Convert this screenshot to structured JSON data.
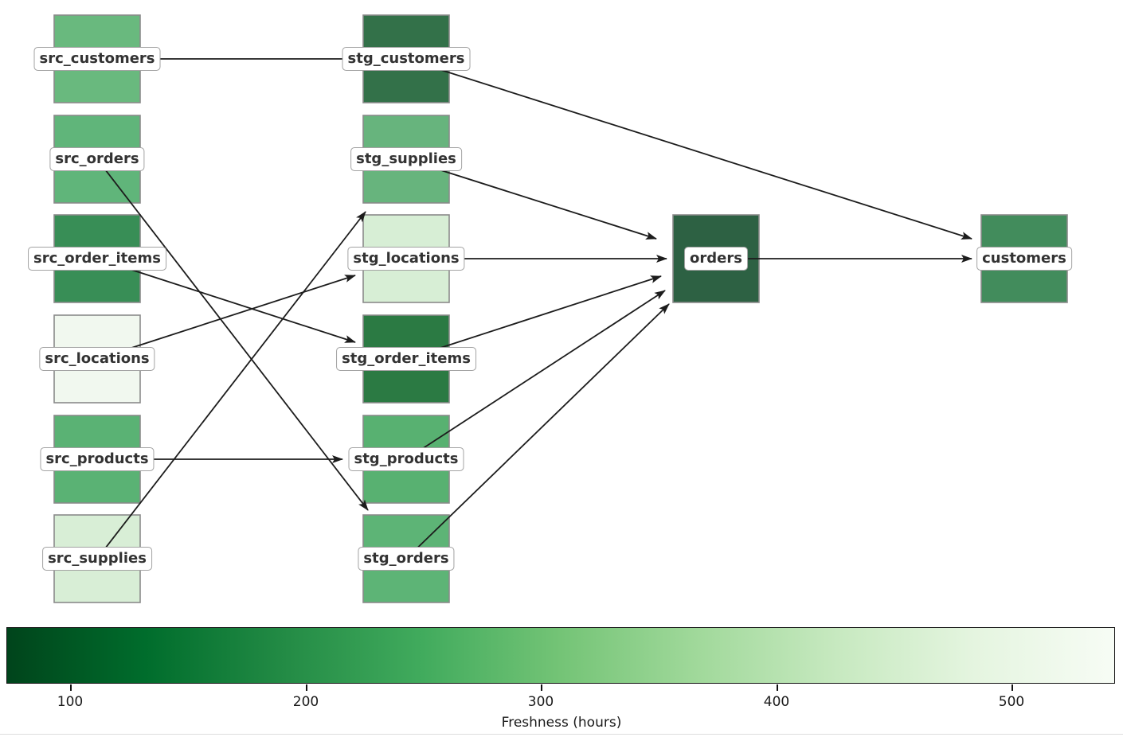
{
  "graph": {
    "nodes": [
      {
        "id": "src_customers",
        "label": "src_customers",
        "color": "#69b97e"
      },
      {
        "id": "src_orders",
        "label": "src_orders",
        "color": "#60b57a"
      },
      {
        "id": "src_order_items",
        "label": "src_order_items",
        "color": "#388e56"
      },
      {
        "id": "src_locations",
        "label": "src_locations",
        "color": "#f1f8ef"
      },
      {
        "id": "src_products",
        "label": "src_products",
        "color": "#5ab274"
      },
      {
        "id": "src_supplies",
        "label": "src_supplies",
        "color": "#d8eed6"
      },
      {
        "id": "stg_customers",
        "label": "stg_customers",
        "color": "#337149"
      },
      {
        "id": "stg_supplies",
        "label": "stg_supplies",
        "color": "#67b47d"
      },
      {
        "id": "stg_locations",
        "label": "stg_locations",
        "color": "#d7eed5"
      },
      {
        "id": "stg_order_items",
        "label": "stg_order_items",
        "color": "#2b7a43"
      },
      {
        "id": "stg_products",
        "label": "stg_products",
        "color": "#58b171"
      },
      {
        "id": "stg_orders",
        "label": "stg_orders",
        "color": "#5db476"
      },
      {
        "id": "orders",
        "label": "orders",
        "color": "#2d6143"
      },
      {
        "id": "customers",
        "label": "customers",
        "color": "#428c5c"
      }
    ],
    "edges": [
      {
        "from": "src_customers",
        "to": "stg_customers"
      },
      {
        "from": "src_orders",
        "to": "stg_orders"
      },
      {
        "from": "src_order_items",
        "to": "stg_order_items"
      },
      {
        "from": "src_locations",
        "to": "stg_locations"
      },
      {
        "from": "src_products",
        "to": "stg_products"
      },
      {
        "from": "src_supplies",
        "to": "stg_supplies"
      },
      {
        "from": "stg_customers",
        "to": "customers"
      },
      {
        "from": "stg_supplies",
        "to": "orders"
      },
      {
        "from": "stg_locations",
        "to": "orders"
      },
      {
        "from": "stg_order_items",
        "to": "orders"
      },
      {
        "from": "stg_products",
        "to": "orders"
      },
      {
        "from": "stg_orders",
        "to": "orders"
      },
      {
        "from": "orders",
        "to": "customers"
      }
    ]
  },
  "colorbar": {
    "label": "Freshness (hours)",
    "ticks": [
      "100",
      "200",
      "300",
      "400",
      "500"
    ],
    "gradient": [
      "#00441b",
      "#006d2c",
      "#238b45",
      "#41ab5d",
      "#74c476",
      "#a1d99b",
      "#c7e9c0",
      "#e5f5e0",
      "#f7fcf5"
    ]
  },
  "colors": {
    "edge": "#1c1c1c",
    "node_border": "#8a8a8a",
    "label_border": "#a3a3a3",
    "label_text": "#333333",
    "label_bg": "#ffffff"
  }
}
